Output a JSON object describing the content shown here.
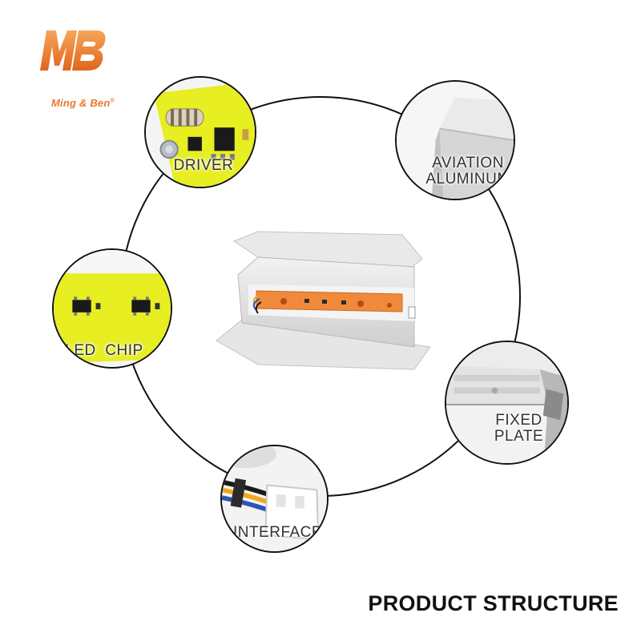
{
  "brand": {
    "name": "Ming & Ben",
    "registered_mark": "®",
    "logo_letters": "MB",
    "color": "#e8792b"
  },
  "insets": {
    "driver": {
      "label": "DRIVER",
      "icon": "driver-board-photo"
    },
    "aviation": {
      "line1": "AVIATION",
      "line2": "ALUMINUM",
      "icon": "aluminum-edge-photo"
    },
    "led_chip": {
      "label": "LED  CHIP",
      "icon": "led-chip-photo"
    },
    "fixed_plate": {
      "line1": "FIXED",
      "line2": "PLATE",
      "icon": "fixed-plate-photo"
    },
    "interface": {
      "label": "INTERFACE",
      "icon": "connector-photo"
    }
  },
  "product": {
    "icon": "led-floodlight-module-photo"
  },
  "footer": {
    "title": "PRODUCT STRUCTURE"
  },
  "colors": {
    "pcb_yellow": "#e7ee22",
    "chip_orange": "#f08a3a",
    "outline": "#111111"
  }
}
